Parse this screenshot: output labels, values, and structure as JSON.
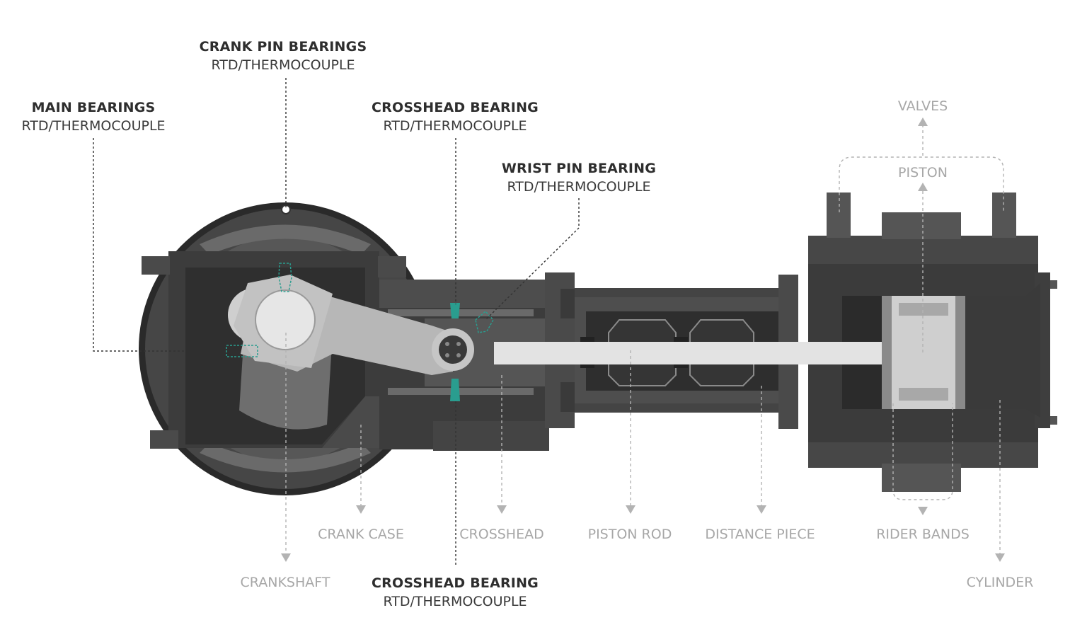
{
  "sensors": {
    "crank_pin": {
      "title": "CRANK PIN BEARINGS",
      "sub": "RTD/THERMOCOUPLE"
    },
    "main": {
      "title": "MAIN BEARINGS",
      "sub": "RTD/THERMOCOUPLE"
    },
    "crosshead_top": {
      "title": "CROSSHEAD BEARING",
      "sub": "RTD/THERMOCOUPLE"
    },
    "wrist_pin": {
      "title": "WRIST PIN BEARING",
      "sub": "RTD/THERMOCOUPLE"
    },
    "crosshead_bottom": {
      "title": "CROSSHEAD BEARING",
      "sub": "RTD/THERMOCOUPLE"
    }
  },
  "parts": {
    "valves": "VALVES",
    "piston": "PISTON",
    "crank_case": "CRANK CASE",
    "crosshead": "CROSSHEAD",
    "piston_rod": "PISTON ROD",
    "distance_piece": "DISTANCE PIECE",
    "rider_bands": "RIDER BANDS",
    "crankshaft": "CRANKSHAFT",
    "cylinder": "CYLINDER"
  },
  "colors": {
    "body_dark": "#3d3d3d",
    "body_mid": "#4d4d4d",
    "body_light": "#6a6a6a",
    "part_light": "#b0b0b0",
    "sensor_accent": "#2a9d8f",
    "leader_dark": "#333333",
    "leader_light": "#b3b3b3"
  }
}
